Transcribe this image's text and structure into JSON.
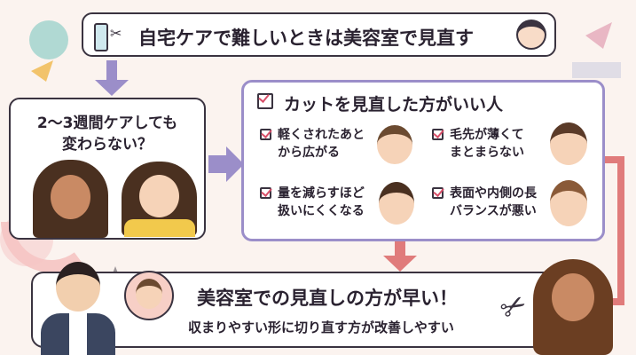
{
  "title": "自宅ケアで難しいときは美容室で見直す",
  "left_panel": {
    "line1": "2～3週間ケアしても",
    "line2": "変わらない？"
  },
  "right_panel": {
    "heading": "カットを見直した方がいい人",
    "items": [
      {
        "line1": "軽くされたあと",
        "line2": "から広がる"
      },
      {
        "line1": "毛先が薄くて",
        "line2": "まとまらない"
      },
      {
        "line1": "量を減らすほど",
        "line2": "扱いにくくなる"
      },
      {
        "line1": "表面や内側の長",
        "line2": "バランスが悪い"
      }
    ]
  },
  "bottom": {
    "heading": "美容室での見直しの方が早い！",
    "sub": "収まりやすい形に切り直す方が改善しやすい"
  },
  "colors": {
    "purple": "#9b8ec9",
    "pink": "#d8506a",
    "mint": "#7fc8c0",
    "box_bg": "#ffffff"
  }
}
